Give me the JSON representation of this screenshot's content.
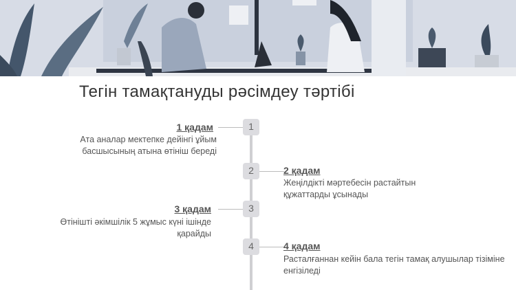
{
  "title": "Тегін тамақтануды рәсімдеу тәртібі",
  "steps": [
    {
      "number": "1",
      "heading": "1 қадам",
      "description": "Ата аналар мектепке дейінгі ұйым басшысының атына өтініш береді"
    },
    {
      "number": "2",
      "heading": "2 қадам",
      "description": "Жеңілдікті мәртебесін растайтын құжаттарды ұсынады"
    },
    {
      "number": "3",
      "heading": "3 қадам",
      "description": "Өтінішті әкімшілік 5 жұмыс күні ішінде қарайды"
    },
    {
      "number": "4",
      "heading": "4 қадам",
      "description": "Расталғаннан кейін бала тегін тамақ алушылар тізіміне енгізіледі"
    }
  ]
}
